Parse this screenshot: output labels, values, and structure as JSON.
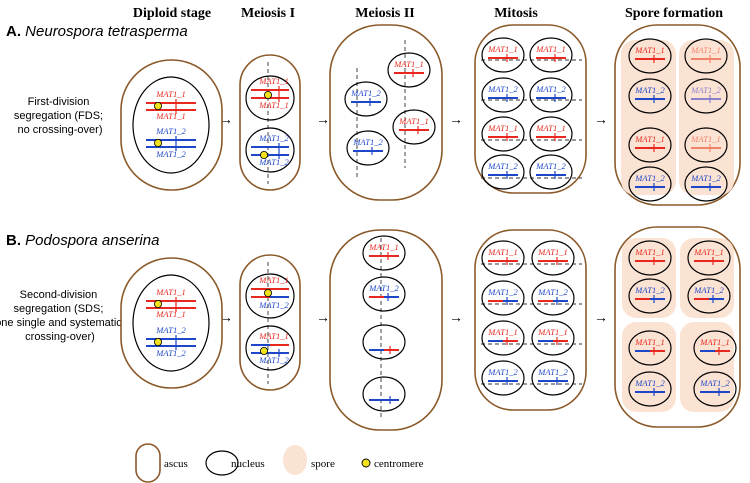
{
  "columns": [
    "Diploid stage",
    "Meiosis I",
    "Meiosis II",
    "Mitosis",
    "Spore formation"
  ],
  "section_a": {
    "letter": "A.",
    "species": "Neurospora tetrasperma",
    "label_lines": [
      "First-division",
      "segregation (FDS;",
      "no crossing-over)"
    ]
  },
  "section_b": {
    "letter": "B.",
    "species": "Podospora anserina",
    "label_lines": [
      "Second-division",
      "segregation (SDS;",
      "one single and systematic",
      "crossing-over)"
    ]
  },
  "arrow_glyph": "→",
  "alleles": {
    "mat1_1": "MAT1_1",
    "mat1_2": "MAT1_2"
  },
  "colors": {
    "mat1_1": "#E8281E",
    "mat1_2": "#1E46C8",
    "mat1_1_faded": "#F2836B",
    "mat1_2_faded": "#8B7FCC",
    "ascus": "#8B5A2B",
    "spore": "#FBE3D3",
    "centromere": "#F2E21E"
  },
  "legend": {
    "ascus": "ascus",
    "nucleus": "nucleus",
    "spore": "spore",
    "centromere": "centromere"
  }
}
